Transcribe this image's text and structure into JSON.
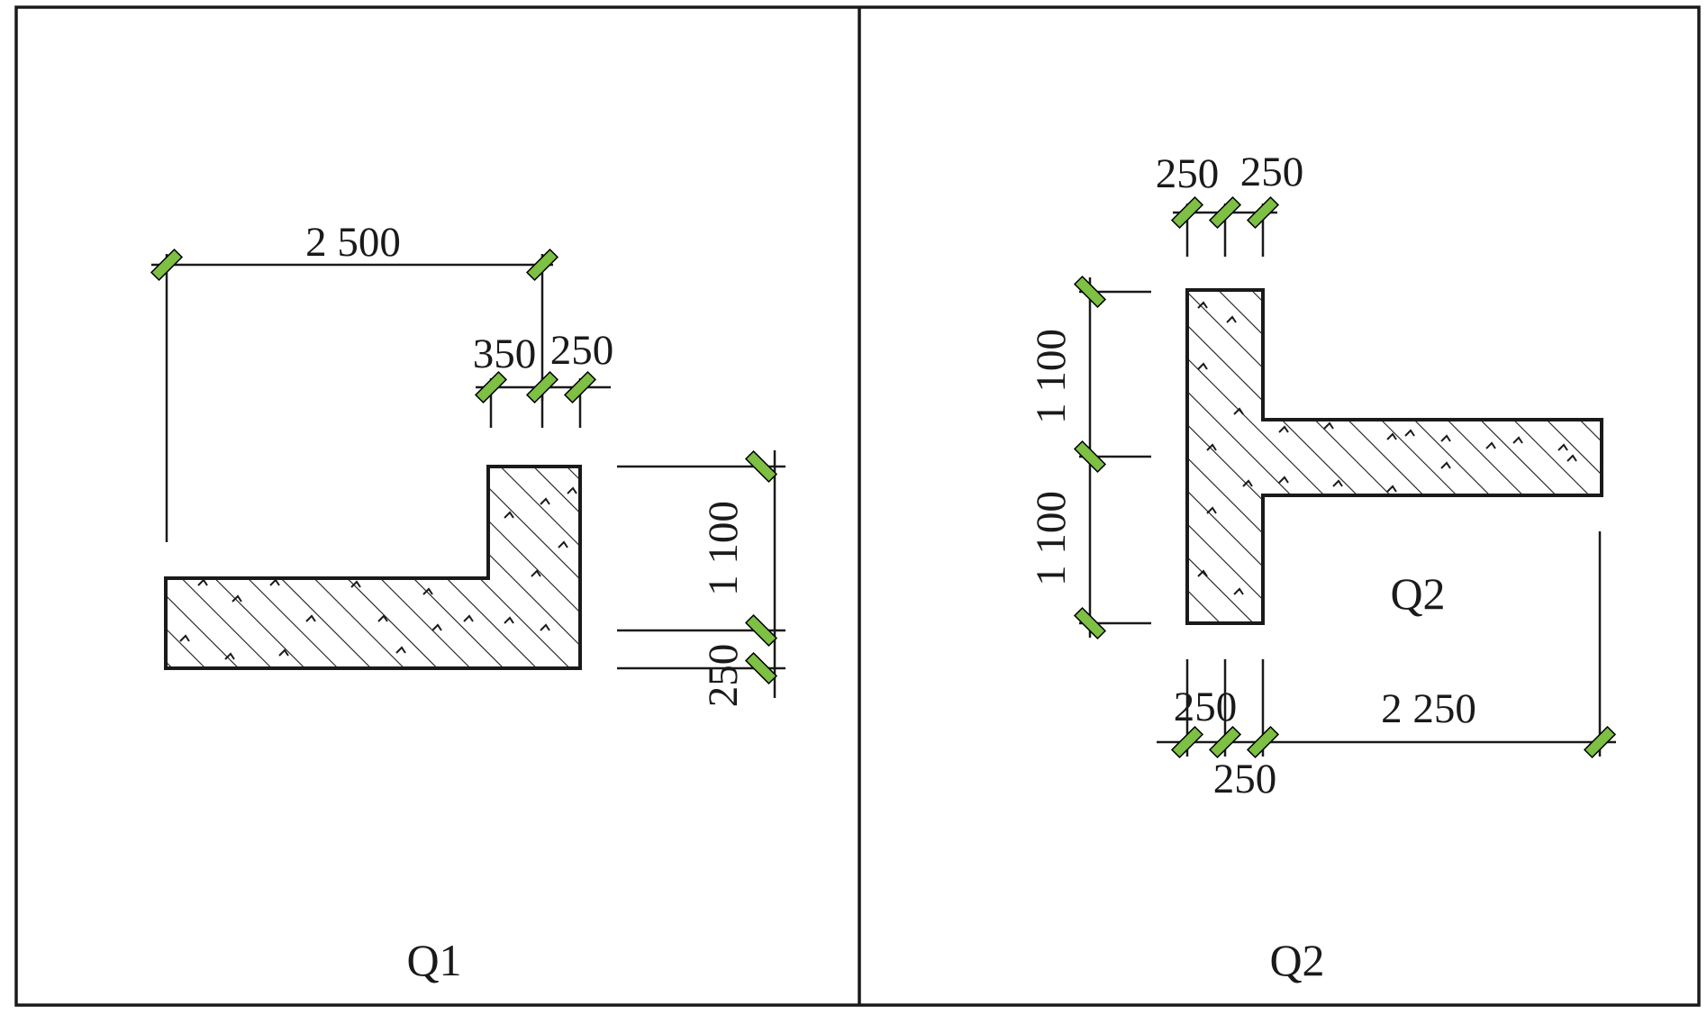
{
  "colors": {
    "line": "#1a1a1a",
    "tick_fill": "#7dc043",
    "background": "#ffffff"
  },
  "panels": {
    "left": {
      "label": "Q1",
      "dims": {
        "top_total": "2 500",
        "flange_left": "350",
        "flange_right": "250",
        "vertical_upper": "1 100",
        "vertical_lower": "250"
      }
    },
    "right": {
      "label": "Q2",
      "inner_label": "Q2",
      "dims": {
        "top_left": "250",
        "top_right": "250",
        "vertical_upper": "1 100",
        "vertical_lower": "1 100",
        "bottom_left_top": "250",
        "bottom_left_bottom": "250",
        "bottom_right": "2 250"
      }
    }
  }
}
